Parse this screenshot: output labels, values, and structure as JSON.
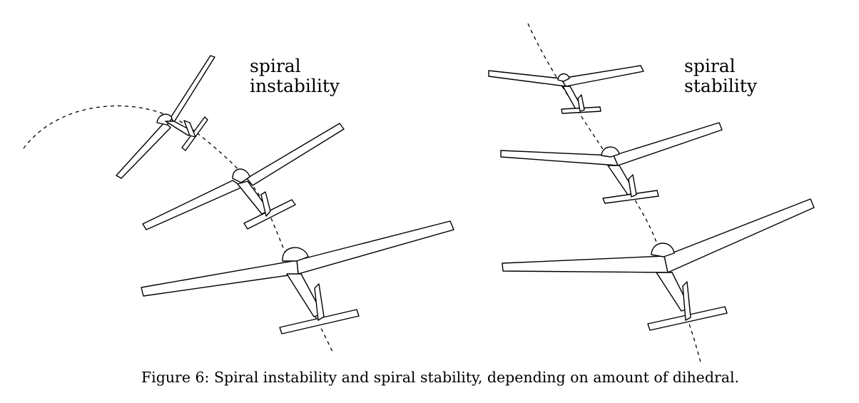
{
  "labels": {
    "left_line1": "spiral",
    "left_line2": "instability",
    "right_line1": "spiral",
    "right_line2": "stability"
  },
  "caption": "Figure 6: Spiral instability and spiral stability, depending on amount of dihedral."
}
